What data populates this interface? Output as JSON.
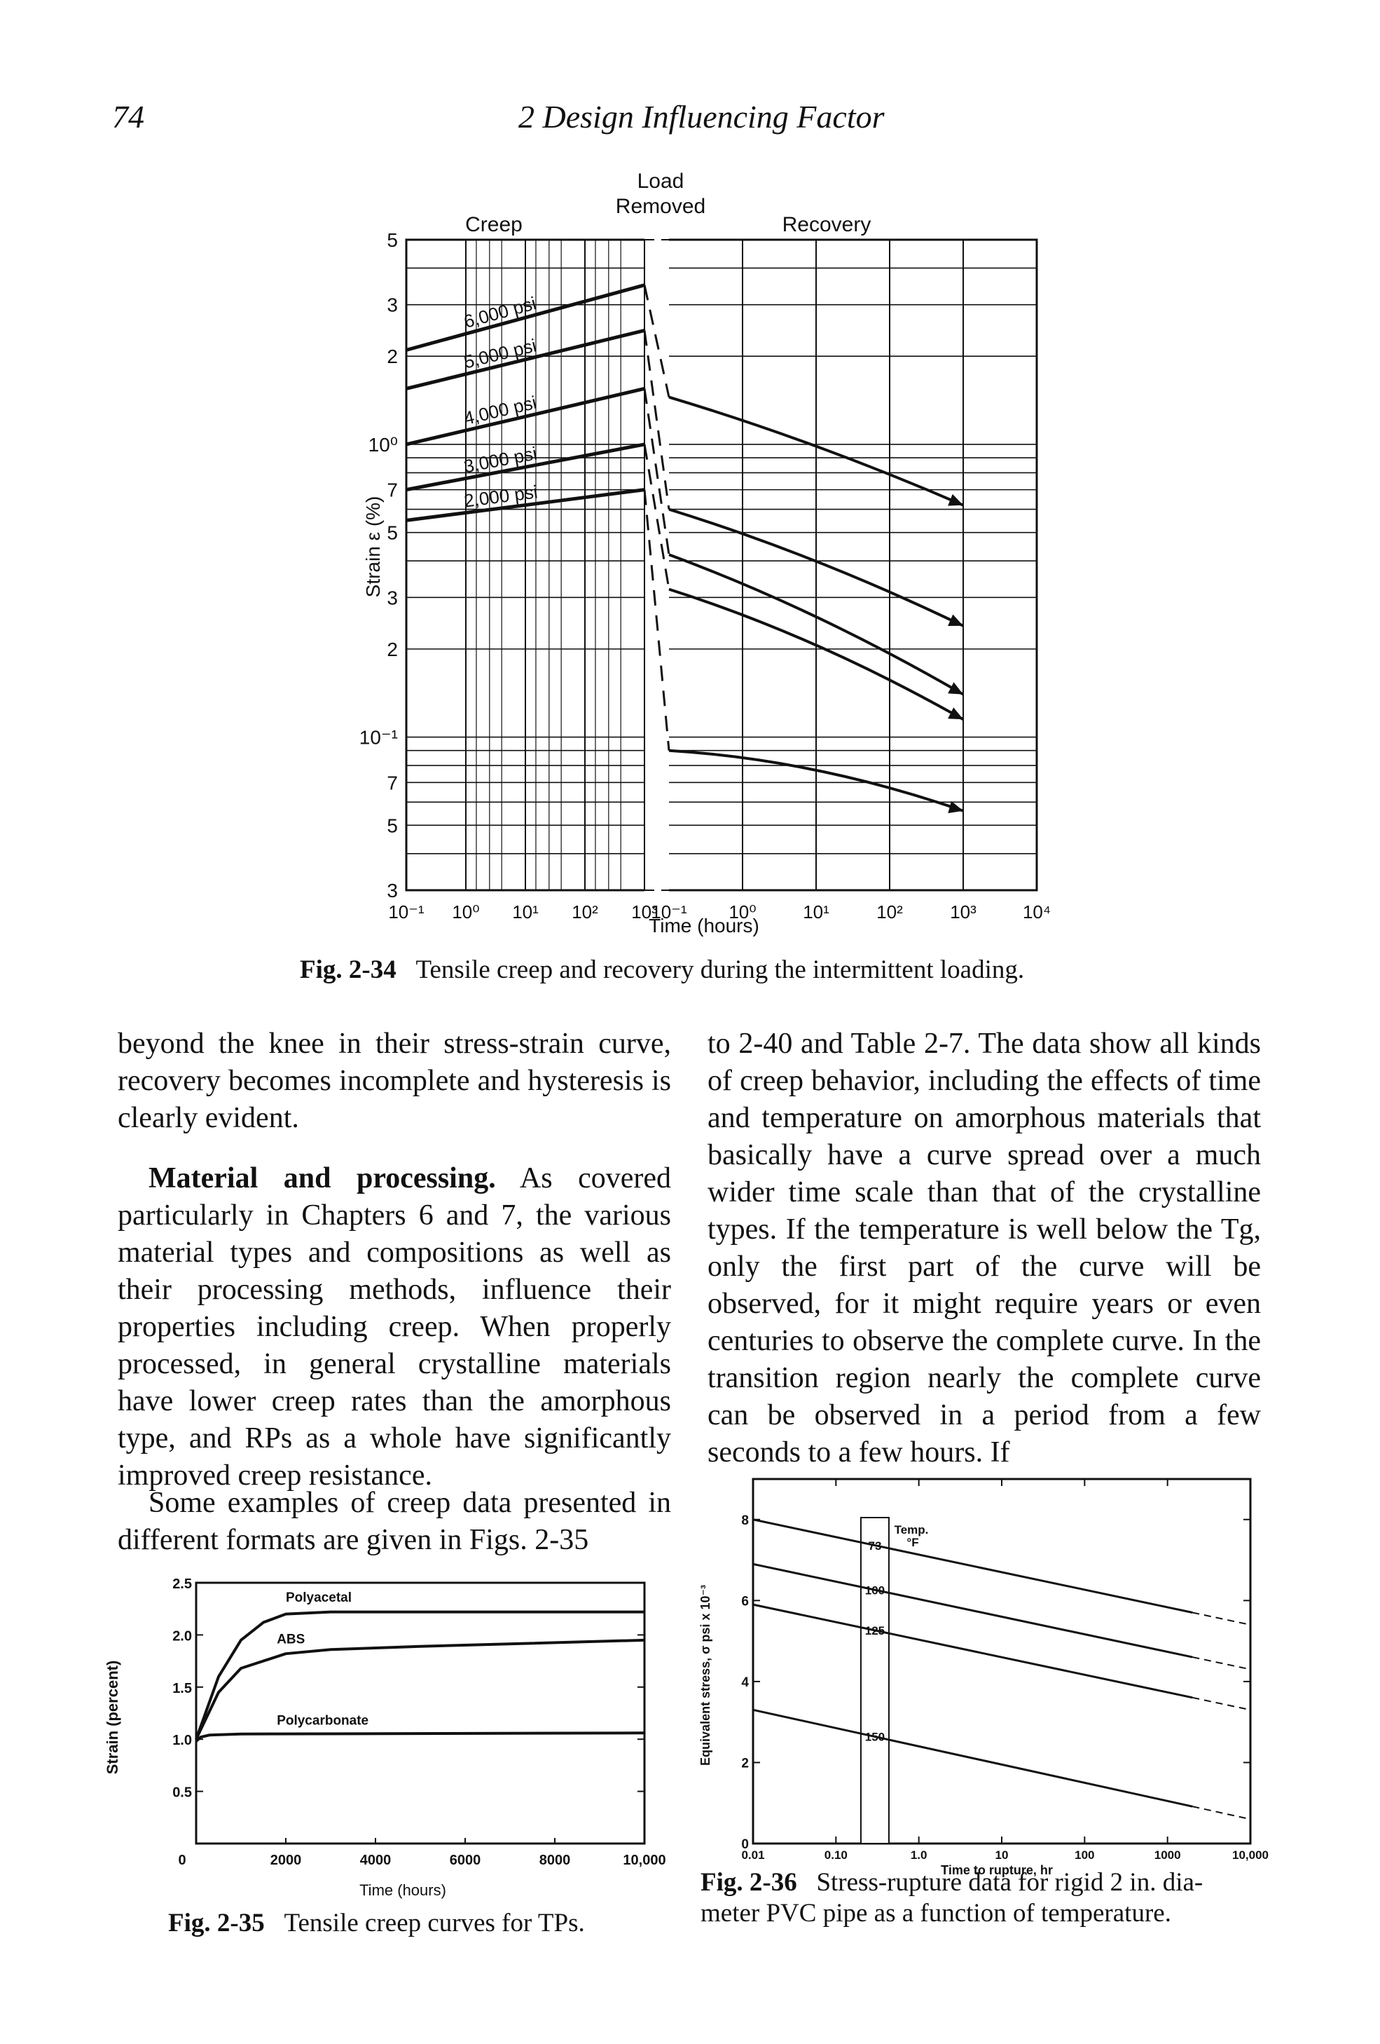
{
  "page": {
    "number": "74",
    "running_head": "2 Design Influencing Factor"
  },
  "figures": {
    "fig34": {
      "label": "Fig. 2-34",
      "caption": "Tensile creep and recovery during the intermittent loading.",
      "load_removed_line1": "Load",
      "load_removed_line2": "Removed",
      "creep_label": "Creep",
      "recovery_label": "Recovery",
      "ylabel": "Strain ε (%)",
      "xlabel": "Time (hours)"
    },
    "fig35": {
      "label": "Fig. 2-35",
      "caption": "Tensile creep curves for TPs.",
      "ylabel": "Strain (percent)",
      "xlabel": "Time (hours)"
    },
    "fig36": {
      "label": "Fig. 2-36",
      "caption_line1": "Stress-rupture data for rigid 2 in. dia-",
      "caption_line2": "meter PVC pipe as a function of temperature.",
      "ylabel": "Equivalent stress, σ psi x 10⁻³",
      "xlabel": "Time to rupture, hr",
      "temp_label": "Temp.",
      "temp_unit": "°F"
    }
  },
  "body": {
    "left_col": {
      "p1": "beyond the knee in their stress-strain curve, recovery becomes incomplete and hysteresis is clearly evident.",
      "p2_lead": "Material and processing.",
      "p2_text": " As covered particularly in Chapters 6 and 7, the various material types and compositions as well as their processing methods, influence their properties including creep. When properly processed, in general crystalline materials have lower creep rates than the amorphous type, and RPs as a whole have significantly improved creep resistance.",
      "p3": "Some examples of creep data presented in different formats are given in Figs. 2-35"
    },
    "right_col": {
      "p1": "to 2-40 and Table 2-7. The data show all kinds of creep behavior, including the effects of time and temperature on amorphous materials that basically have a curve spread over a much wider time scale than that of the crystalline types. If the temperature is well below the Tg, only the first part of the curve will be observed, for it might require years or even centuries to observe the complete curve. In the transition region nearly the complete curve can be observed in a period from a few seconds to a few hours. If"
    }
  },
  "chart_data": [
    {
      "id": "fig34",
      "type": "line",
      "title": "",
      "xlabel": "Time (hours)",
      "ylabel": "Strain ε (%)",
      "y_scale": "log",
      "ylim": [
        0.03,
        5
      ],
      "y_tick_labels": [
        "5",
        "3",
        "2",
        "10⁰",
        "7",
        "5",
        "3",
        "2",
        "10⁻¹",
        "7",
        "5",
        "3"
      ],
      "x_tick_labels": [
        "10⁻¹",
        "10⁰",
        "10¹",
        "10²",
        "10³",
        "10⁻¹",
        "10⁰",
        "10¹",
        "10²",
        "10³",
        "10⁴"
      ],
      "series": [
        {
          "name": "6,000 psi",
          "creep": [
            [
              0.1,
              2.1
            ],
            [
              1000,
              3.5
            ]
          ],
          "recovery": [
            [
              0.1,
              1.45
            ],
            [
              1000,
              0.62
            ]
          ]
        },
        {
          "name": "5,000 psi",
          "creep": [
            [
              0.1,
              1.55
            ],
            [
              1000,
              2.45
            ]
          ],
          "recovery": [
            [
              0.1,
              0.6
            ],
            [
              1000,
              0.24
            ]
          ]
        },
        {
          "name": "4,000 psi",
          "creep": [
            [
              0.1,
              1.0
            ],
            [
              1000,
              1.55
            ]
          ],
          "recovery": [
            [
              0.1,
              0.42
            ],
            [
              1000,
              0.14
            ]
          ]
        },
        {
          "name": "3,000 psi",
          "creep": [
            [
              0.1,
              0.7
            ],
            [
              1000,
              1.0
            ]
          ],
          "recovery": [
            [
              0.1,
              0.32
            ],
            [
              1000,
              0.115
            ]
          ]
        },
        {
          "name": "2,000 psi",
          "creep": [
            [
              0.1,
              0.55
            ],
            [
              1000,
              0.7
            ]
          ],
          "recovery": [
            [
              0.1,
              0.09
            ],
            [
              1000,
              0.056
            ]
          ]
        }
      ]
    },
    {
      "id": "fig35",
      "type": "line",
      "title": "",
      "xlabel": "Time (hours)",
      "ylabel": "Strain (percent)",
      "xlim": [
        0,
        10000
      ],
      "ylim": [
        0,
        2.5
      ],
      "x_tick_labels": [
        "0",
        "2000",
        "4000",
        "6000",
        "8000",
        "10,000"
      ],
      "y_tick_labels": [
        "2.5",
        "2.0",
        "1.5",
        "1.0",
        "0.5"
      ],
      "series": [
        {
          "name": "Polyacetal",
          "x": [
            0,
            500,
            1000,
            1500,
            2000,
            3000,
            10000
          ],
          "values": [
            1.0,
            1.6,
            1.95,
            2.12,
            2.2,
            2.22,
            2.22
          ]
        },
        {
          "name": "ABS",
          "x": [
            0,
            500,
            1000,
            2000,
            3000,
            5000,
            10000
          ],
          "values": [
            1.0,
            1.45,
            1.68,
            1.82,
            1.86,
            1.89,
            1.95
          ]
        },
        {
          "name": "Polycarbonate",
          "x": [
            0,
            100,
            300,
            1000,
            10000
          ],
          "values": [
            0.98,
            1.02,
            1.04,
            1.05,
            1.06
          ]
        }
      ]
    },
    {
      "id": "fig36",
      "type": "scatter",
      "title": "",
      "xlabel": "Time to rupture, hr",
      "ylabel": "Equivalent stress, σ psi x 10⁻³",
      "x_scale": "log",
      "xlim": [
        0.01,
        10000
      ],
      "ylim": [
        0,
        9
      ],
      "x_tick_labels": [
        "0.01",
        "0.10",
        "1.0",
        "10",
        "100",
        "1000",
        "10,000"
      ],
      "y_tick_labels": [
        "0",
        "2",
        "4",
        "6",
        "8"
      ],
      "series": [
        {
          "name": "73",
          "line": [
            [
              0.01,
              8.0
            ],
            [
              10000,
              5.4
            ]
          ]
        },
        {
          "name": "100",
          "line": [
            [
              0.01,
              6.9
            ],
            [
              10000,
              4.3
            ]
          ]
        },
        {
          "name": "125",
          "line": [
            [
              0.01,
              5.9
            ],
            [
              10000,
              3.3
            ]
          ]
        },
        {
          "name": "150",
          "line": [
            [
              0.01,
              3.3
            ],
            [
              10000,
              0.6
            ]
          ]
        }
      ]
    }
  ]
}
